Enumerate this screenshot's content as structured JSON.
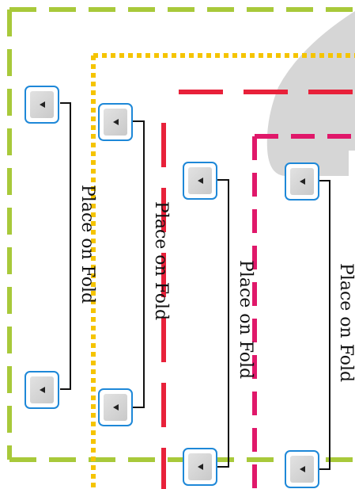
{
  "diagram": {
    "line_colors": {
      "outer_dash": "#a8c93a",
      "dotted": "#f5c400",
      "red_dash": "#e8213a",
      "pink_dash": "#e0186a",
      "shape_fill": "#d6d6d6",
      "fold_line": "#111111",
      "button_border": "#1e88d8"
    },
    "fold_markers": [
      {
        "label": "Place on Fold",
        "icon": "arrow-left-icon"
      },
      {
        "label": "Place on Fold",
        "icon": "arrow-left-icon"
      },
      {
        "label": "Place on Fold",
        "icon": "arrow-left-icon"
      },
      {
        "label": "Place on Fold",
        "icon": "arrow-left-icon"
      }
    ]
  }
}
